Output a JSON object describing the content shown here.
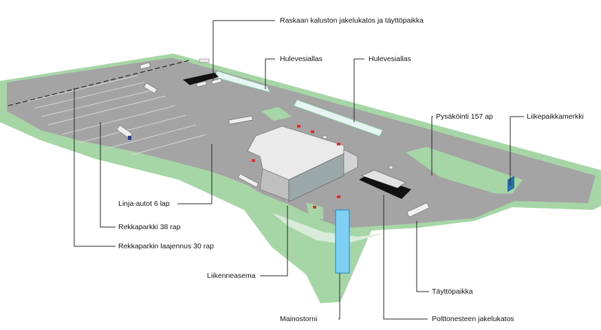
{
  "labels": {
    "raskaan": "Raskaan kaluston jakelukatos ja täyttöpaikka",
    "hulevesi_1": "Hulevesiallas",
    "hulevesi_2": "Hulevesiallas",
    "pysakointi": "Pysäköinti 157 ap",
    "liikepaikkamerkki": "Liikepaikkamerkki",
    "linja_autot": "Linja-autot 6 lap",
    "rekkaparkki": "Rekkaparkki 38 rap",
    "rekkaparkin_laajennus": "Rekkaparkin laajennus 30 rap",
    "liikenneasema": "Liikenneasema",
    "tayttopaikka": "Täyttöpaikka",
    "mainostorni": "Mainostorni",
    "polttoneste": "Polttonesteen jakelukatos"
  },
  "colors": {
    "grass": "#a6d6a6",
    "asphalt": "#a4a4a4",
    "asphalt_dark": "#8f8f8f",
    "building": "#e6e6e6",
    "building_side": "#c8c8c8",
    "basin": "#dcecec",
    "tower": "#7fd0f2",
    "leader": "#222222"
  }
}
